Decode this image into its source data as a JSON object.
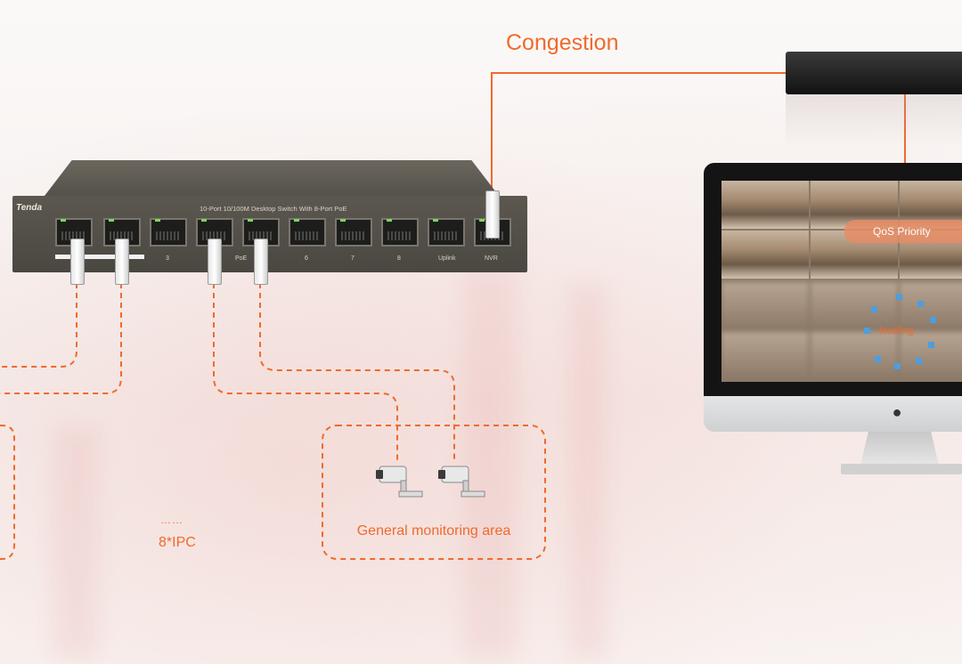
{
  "diagram": {
    "congestion_label": "Congestion",
    "area_label": "General monitoring area",
    "ipc_dots": "……",
    "ipc_label": "8*IPC",
    "switch": {
      "brand": "Tenda",
      "model_text": "10-Port 10/100M Desktop Switch With 8-Port PoE",
      "port_labels": [
        "3",
        "PoE",
        "6",
        "7",
        "8",
        "Uplink",
        "NVR"
      ]
    },
    "screen": {
      "qos_label": "QoS Priority",
      "loading_label": "loading"
    },
    "icons": [
      "ethernet-plug-icon",
      "cctv-camera-icon",
      "apple-logo-icon"
    ],
    "colors": {
      "accent": "#f06a2c",
      "dashed_line": "#f06a2c",
      "switch_body": "#55524b",
      "loading_dot": "#4c9ee0"
    }
  }
}
